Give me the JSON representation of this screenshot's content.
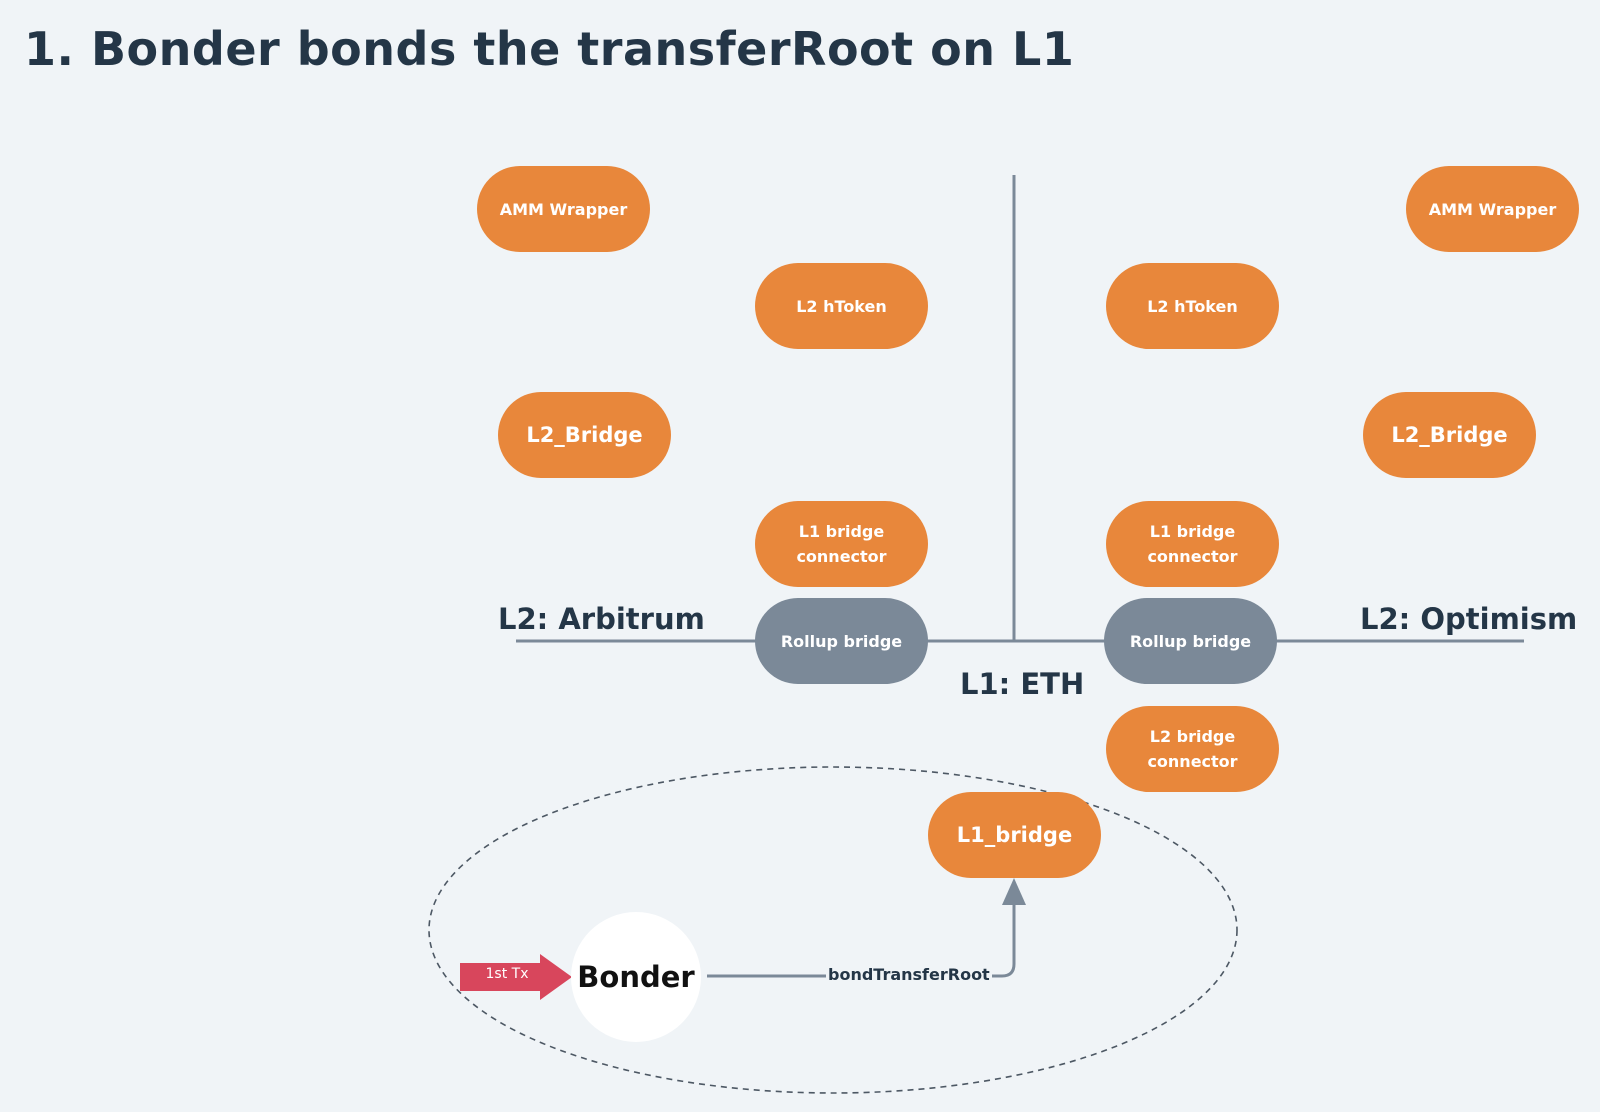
{
  "title": "1. Bonder bonds the transferRoot on L1",
  "networks": {
    "arbitrum": "L2: Arbitrum",
    "optimism": "L2: Optimism",
    "eth": "L1: ETH"
  },
  "nodes": {
    "amm_wrapper_left": "AMM Wrapper",
    "l2_htoken_left": "L2 hToken",
    "l2_bridge_left": "L2_Bridge",
    "l1_bridge_connector_left": "L1 bridge\nconnector",
    "rollup_bridge_left": "Rollup bridge",
    "amm_wrapper_right": "AMM Wrapper",
    "l2_htoken_right": "L2 hToken",
    "l2_bridge_right": "L2_Bridge",
    "l1_bridge_connector_right": "L1 bridge\nconnector",
    "rollup_bridge_right": "Rollup bridge",
    "l2_bridge_connector": "L2 bridge\nconnector",
    "l1_bridge": "L1_bridge"
  },
  "bonder": {
    "label": "Bonder",
    "tx_label": "1st Tx",
    "call_label": "bondTransferRoot"
  },
  "colors": {
    "background": "#f0f4f7",
    "contract": "#e8873b",
    "rollup": "#7b8998",
    "text_dark": "#243647",
    "tx_arrow": "#d8465c",
    "line": "#7b8998"
  }
}
